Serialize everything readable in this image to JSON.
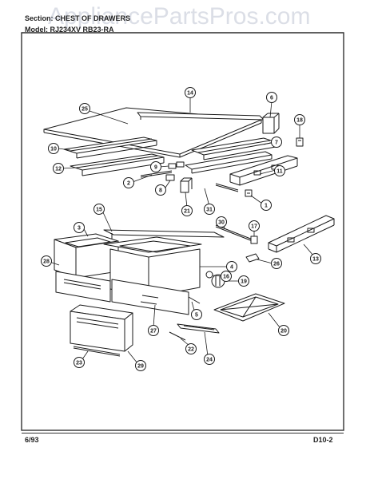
{
  "header": {
    "section_line": "Section: CHEST OF DRAWERS",
    "model_line": "Model: RJ234XV  RB23-RA"
  },
  "watermark": "AppliancePartsPros.com",
  "footer": {
    "date": "6/93",
    "page_code": "D10-2"
  },
  "callouts": [
    "1",
    "2",
    "3",
    "4",
    "5",
    "6",
    "7",
    "8",
    "9",
    "10",
    "11",
    "12",
    "13",
    "14",
    "15",
    "16",
    "17",
    "18",
    "19",
    "20",
    "21",
    "22",
    "23",
    "24",
    "25",
    "26",
    "27",
    "28",
    "29",
    "30",
    "31"
  ],
  "colors": {
    "line": "#1a1a1a",
    "border": "#333333",
    "watermark": "#c5c9d6"
  }
}
